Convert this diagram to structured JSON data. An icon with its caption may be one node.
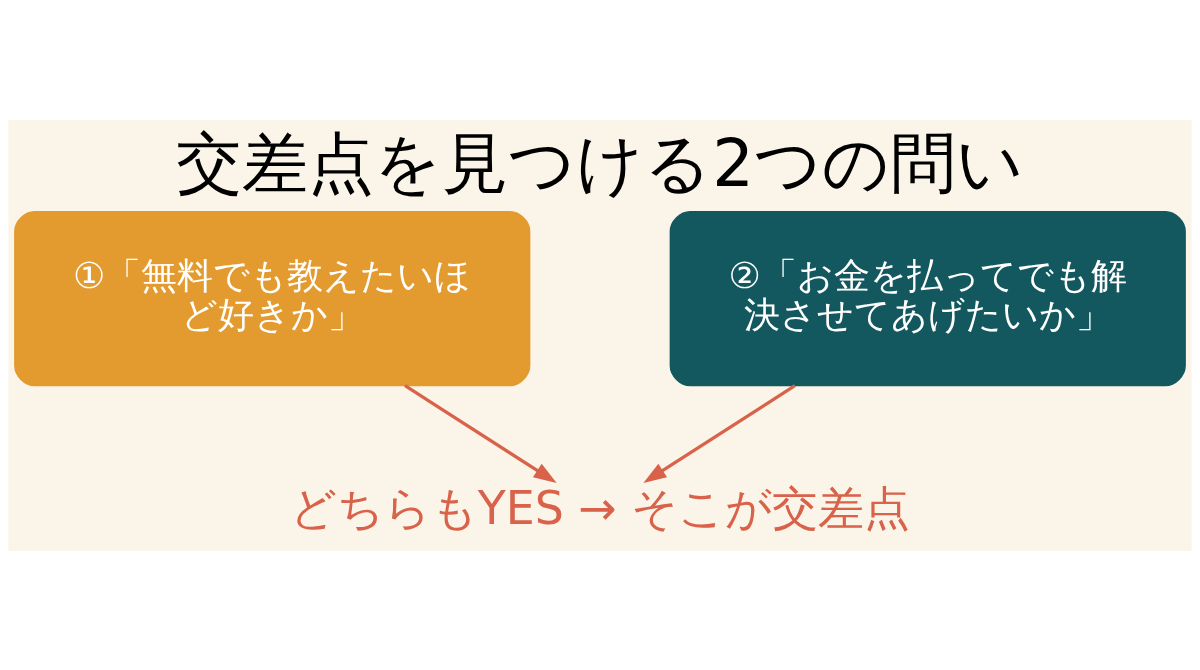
{
  "diagram": {
    "title": "交差点を見つける2つの問い",
    "nodes": [
      {
        "text": [
          "①「無料でも教えたいほど好きか」"
        ]
      },
      {
        "text": [
          "②「お金を払ってでも解決させてあげたいか」"
        ]
      },
      {
        "text": [
          "どちらもYES → そこが交差点"
        ]
      }
    ],
    "edges": [
      {
        "from": 0,
        "to": 2,
        "arrow": "to",
        "color": "#d9624a"
      },
      {
        "from": 1,
        "to": 2,
        "arrow": "to",
        "color": "#d9624a"
      }
    ]
  }
}
